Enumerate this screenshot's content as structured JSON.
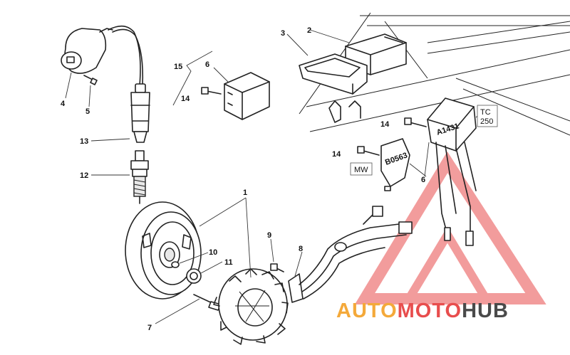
{
  "callouts": {
    "c1": "1",
    "c2": "2",
    "c3": "3",
    "c4": "4",
    "c5": "5",
    "c6a": "6",
    "c6b": "6",
    "c7": "7",
    "c8": "8",
    "c9": "9",
    "c10": "10",
    "c11": "11",
    "c12": "12",
    "c13": "13",
    "c14a": "14",
    "c14b": "14",
    "c14c": "14",
    "c15": "15"
  },
  "part_markings": {
    "regulator_code": "A1431",
    "cdi_code": "B0563"
  },
  "variant_tags": {
    "tc_line1": "TC",
    "tc_line2": "250",
    "mw": "MW"
  },
  "watermark": {
    "part1": "AUTO",
    "part2": "MOTO",
    "part3": "HUB",
    "color_auto": "#f4a93a",
    "color_moto": "#e84d4d",
    "color_hub": "#4a4a4a"
  }
}
